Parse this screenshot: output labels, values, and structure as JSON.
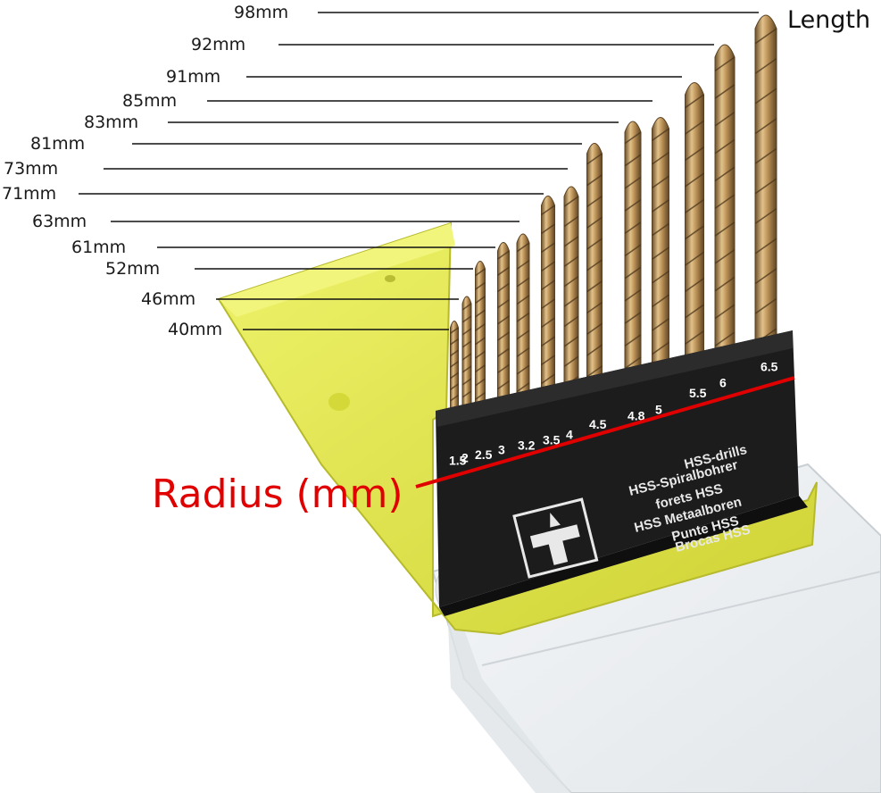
{
  "labels": {
    "length_title": "Length",
    "radius_title": "Radius (mm)"
  },
  "lengths": [
    "40mm",
    "46mm",
    "52mm",
    "61mm",
    "63mm",
    "71mm",
    "73mm",
    "81mm",
    "83mm",
    "85mm",
    "91mm",
    "92mm",
    "98mm"
  ],
  "sizes": [
    "1.5",
    "2",
    "2.5",
    "3",
    "3.2",
    "3.5",
    "4",
    "4.5",
    "4.8",
    "5",
    "5.5",
    "6",
    "6.5"
  ],
  "holder_text": [
    "HSS-drills",
    "HSS-Spiralbohrer",
    "forets HSS",
    "HSS Metaalboren",
    "Punte HSS",
    "Brocas HSS"
  ],
  "colors": {
    "case_yellow": "#e6ea4a",
    "holder_black": "#1c1c1c",
    "drill_gold": "#b9925a",
    "accent_red": "#e00000",
    "leader_line": "#111111"
  }
}
